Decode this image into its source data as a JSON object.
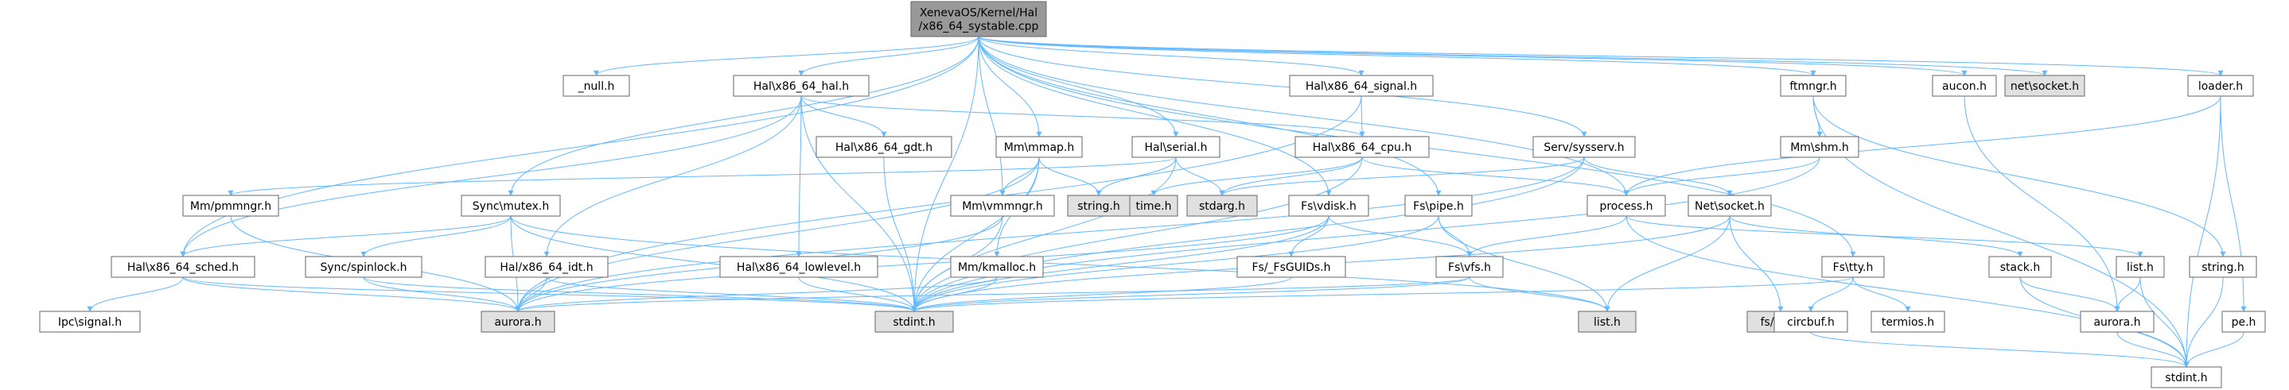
{
  "colors": {
    "edge": "#63b8ff",
    "node_fill": "#ffffff",
    "node_stroke": "#666666",
    "root_fill": "#999999",
    "external_fill": "#e0e0e0"
  },
  "nodes": [
    {
      "id": "root",
      "lines": [
        "XenevaOS/Kernel/Hal",
        "/x86_64_systable.cpp"
      ],
      "kind": "root"
    },
    {
      "id": "null",
      "lines": [
        "_null.h"
      ],
      "kind": "normal"
    },
    {
      "id": "hal",
      "lines": [
        "Hal\\x86_64_hal.h"
      ],
      "kind": "normal"
    },
    {
      "id": "signal",
      "lines": [
        "Hal\\x86_64_signal.h"
      ],
      "kind": "normal"
    },
    {
      "id": "ftmngr",
      "lines": [
        "ftmngr.h"
      ],
      "kind": "normal"
    },
    {
      "id": "aucon",
      "lines": [
        "aucon.h"
      ],
      "kind": "normal"
    },
    {
      "id": "netsocket",
      "lines": [
        "net\\socket.h"
      ],
      "kind": "external"
    },
    {
      "id": "loader",
      "lines": [
        "loader.h"
      ],
      "kind": "normal"
    },
    {
      "id": "gdt",
      "lines": [
        "Hal\\x86_64_gdt.h"
      ],
      "kind": "normal"
    },
    {
      "id": "cpu",
      "lines": [
        "Hal\\x86_64_cpu.h"
      ],
      "kind": "normal"
    },
    {
      "id": "mmap",
      "lines": [
        "Mm\\mmap.h"
      ],
      "kind": "normal"
    },
    {
      "id": "serial",
      "lines": [
        "Hal\\serial.h"
      ],
      "kind": "normal"
    },
    {
      "id": "sysserv",
      "lines": [
        "Serv/sysserv.h"
      ],
      "kind": "normal"
    },
    {
      "id": "shm",
      "lines": [
        "Mm\\shm.h"
      ],
      "kind": "normal"
    },
    {
      "id": "pmmngr",
      "lines": [
        "Mm/pmmngr.h"
      ],
      "kind": "normal"
    },
    {
      "id": "mutex",
      "lines": [
        "Sync\\mutex.h"
      ],
      "kind": "normal"
    },
    {
      "id": "vmmngr",
      "lines": [
        "Mm\\vmmngr.h"
      ],
      "kind": "normal"
    },
    {
      "id": "stringh",
      "lines": [
        "string.h"
      ],
      "kind": "external"
    },
    {
      "id": "stdarg",
      "lines": [
        "stdarg.h"
      ],
      "kind": "external"
    },
    {
      "id": "time",
      "lines": [
        "time.h"
      ],
      "kind": "external"
    },
    {
      "id": "process",
      "lines": [
        "process.h"
      ],
      "kind": "normal"
    },
    {
      "id": "vdisk",
      "lines": [
        "Fs\\vdisk.h"
      ],
      "kind": "normal"
    },
    {
      "id": "pipe",
      "lines": [
        "Fs\\pipe.h"
      ],
      "kind": "normal"
    },
    {
      "id": "socket",
      "lines": [
        "Net\\socket.h"
      ],
      "kind": "normal"
    },
    {
      "id": "sched",
      "lines": [
        "Hal\\x86_64_sched.h"
      ],
      "kind": "normal"
    },
    {
      "id": "spinlock",
      "lines": [
        "Sync/spinlock.h"
      ],
      "kind": "normal"
    },
    {
      "id": "idt",
      "lines": [
        "Hal/x86_64_idt.h"
      ],
      "kind": "normal"
    },
    {
      "id": "lowlevel",
      "lines": [
        "Hal\\x86_64_lowlevel.h"
      ],
      "kind": "normal"
    },
    {
      "id": "kmalloc",
      "lines": [
        "Mm/kmalloc.h"
      ],
      "kind": "normal"
    },
    {
      "id": "fsguids",
      "lines": [
        "Fs/_FsGUIDs.h"
      ],
      "kind": "normal"
    },
    {
      "id": "vfs",
      "lines": [
        "Fs\\vfs.h"
      ],
      "kind": "normal"
    },
    {
      "id": "fsvfs",
      "lines": [
        "fs/vfs.h"
      ],
      "kind": "external"
    },
    {
      "id": "tty",
      "lines": [
        "Fs\\tty.h"
      ],
      "kind": "normal"
    },
    {
      "id": "stack",
      "lines": [
        "stack.h"
      ],
      "kind": "normal"
    },
    {
      "id": "listh",
      "lines": [
        "list.h"
      ],
      "kind": "normal"
    },
    {
      "id": "string2",
      "lines": [
        "string.h"
      ],
      "kind": "normal"
    },
    {
      "id": "ipcsignal",
      "lines": [
        "Ipc\\signal.h"
      ],
      "kind": "normal"
    },
    {
      "id": "aurora",
      "lines": [
        "aurora.h"
      ],
      "kind": "external"
    },
    {
      "id": "stdint",
      "lines": [
        "stdint.h"
      ],
      "kind": "external"
    },
    {
      "id": "listext",
      "lines": [
        "list.h"
      ],
      "kind": "external"
    },
    {
      "id": "circbuf",
      "lines": [
        "circbuf.h"
      ],
      "kind": "normal"
    },
    {
      "id": "termios",
      "lines": [
        "termios.h"
      ],
      "kind": "normal"
    },
    {
      "id": "aurora2",
      "lines": [
        "aurora.h"
      ],
      "kind": "normal"
    },
    {
      "id": "pe",
      "lines": [
        "pe.h"
      ],
      "kind": "normal"
    },
    {
      "id": "stdint2",
      "lines": [
        "stdint.h"
      ],
      "kind": "normal"
    }
  ],
  "edges": [
    [
      "root",
      "null"
    ],
    [
      "root",
      "hal"
    ],
    [
      "root",
      "signal"
    ],
    [
      "root",
      "ftmngr"
    ],
    [
      "root",
      "aucon"
    ],
    [
      "root",
      "netsocket"
    ],
    [
      "root",
      "loader"
    ],
    [
      "root",
      "mmap"
    ],
    [
      "root",
      "serial"
    ],
    [
      "root",
      "sysserv"
    ],
    [
      "root",
      "mutex"
    ],
    [
      "root",
      "vmmngr"
    ],
    [
      "root",
      "process"
    ],
    [
      "root",
      "vdisk"
    ],
    [
      "root",
      "pipe"
    ],
    [
      "root",
      "tty"
    ],
    [
      "root",
      "sched"
    ],
    [
      "root",
      "stdint"
    ],
    [
      "hal",
      "gdt"
    ],
    [
      "hal",
      "cpu"
    ],
    [
      "hal",
      "idt"
    ],
    [
      "hal",
      "lowlevel"
    ],
    [
      "hal",
      "sched"
    ],
    [
      "hal",
      "stdint"
    ],
    [
      "signal",
      "cpu"
    ],
    [
      "signal",
      "aurora"
    ],
    [
      "ftmngr",
      "shm"
    ],
    [
      "ftmngr",
      "string2"
    ],
    [
      "ftmngr",
      "stdint2"
    ],
    [
      "aucon",
      "aurora2"
    ],
    [
      "loader",
      "process"
    ],
    [
      "loader",
      "pe"
    ],
    [
      "loader",
      "stdint2"
    ],
    [
      "gdt",
      "stdint"
    ],
    [
      "cpu",
      "time"
    ],
    [
      "cpu",
      "stdarg"
    ],
    [
      "cpu",
      "stdint"
    ],
    [
      "cpu",
      "process"
    ],
    [
      "mmap",
      "stringh"
    ],
    [
      "mmap",
      "vmmngr"
    ],
    [
      "mmap",
      "kmalloc"
    ],
    [
      "mmap",
      "stdint"
    ],
    [
      "mmap",
      "aurora"
    ],
    [
      "serial",
      "stringh"
    ],
    [
      "serial",
      "stdarg"
    ],
    [
      "serial",
      "stdint"
    ],
    [
      "serial",
      "pmmngr"
    ],
    [
      "sysserv",
      "stdarg"
    ],
    [
      "sysserv",
      "socket"
    ],
    [
      "sysserv",
      "stdint"
    ],
    [
      "sysserv",
      "aurora"
    ],
    [
      "shm",
      "process"
    ],
    [
      "shm",
      "stdint"
    ],
    [
      "pmmngr",
      "aurora"
    ],
    [
      "mutex",
      "sched"
    ],
    [
      "mutex",
      "spinlock"
    ],
    [
      "mutex",
      "aurora"
    ],
    [
      "mutex",
      "stdint"
    ],
    [
      "mutex",
      "listext"
    ],
    [
      "vmmngr",
      "stdint"
    ],
    [
      "vmmngr",
      "aurora"
    ],
    [
      "process",
      "vfs"
    ],
    [
      "process",
      "listh"
    ],
    [
      "process",
      "stdint2"
    ],
    [
      "vdisk",
      "fsguids"
    ],
    [
      "vdisk",
      "vfs"
    ],
    [
      "vdisk",
      "stdint"
    ],
    [
      "vdisk",
      "aurora"
    ],
    [
      "pipe",
      "vfs"
    ],
    [
      "pipe",
      "listext"
    ],
    [
      "pipe",
      "stdint"
    ],
    [
      "socket",
      "fsvfs"
    ],
    [
      "socket",
      "stack"
    ],
    [
      "socket",
      "listext"
    ],
    [
      "socket",
      "stdint"
    ],
    [
      "sched",
      "ipcsignal"
    ],
    [
      "sched",
      "aurora"
    ],
    [
      "sched",
      "stdint"
    ],
    [
      "spinlock",
      "aurora"
    ],
    [
      "spinlock",
      "stdint"
    ],
    [
      "idt",
      "aurora"
    ],
    [
      "idt",
      "stdint"
    ],
    [
      "lowlevel",
      "stdint"
    ],
    [
      "kmalloc",
      "aurora"
    ],
    [
      "kmalloc",
      "stdint"
    ],
    [
      "fsguids",
      "stdint"
    ],
    [
      "vfs",
      "aurora"
    ],
    [
      "vfs",
      "stdint"
    ],
    [
      "vfs",
      "listext"
    ],
    [
      "tty",
      "circbuf"
    ],
    [
      "tty",
      "termios"
    ],
    [
      "tty",
      "stdint"
    ],
    [
      "stack",
      "aurora2"
    ],
    [
      "stack",
      "stdint2"
    ],
    [
      "listh",
      "aurora2"
    ],
    [
      "listh",
      "stdint2"
    ],
    [
      "string2",
      "stdint2"
    ],
    [
      "aurora2",
      "stdint2"
    ],
    [
      "circbuf",
      "stdint2"
    ],
    [
      "pe",
      "stdint2"
    ]
  ]
}
